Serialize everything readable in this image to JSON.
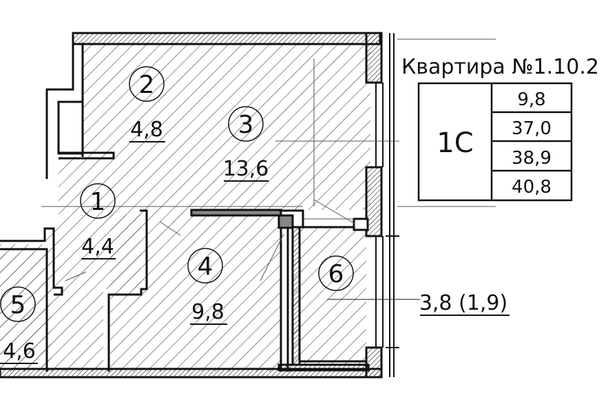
{
  "apartment_title": "Квартира №1.10.2",
  "apartment_type": "1С",
  "summary_values": [
    "9,8",
    "37,0",
    "38,9",
    "40,8"
  ],
  "rooms": [
    {
      "number": "1",
      "area": "4,4"
    },
    {
      "number": "2",
      "area": "4,8"
    },
    {
      "number": "3",
      "area": "13,6"
    },
    {
      "number": "4",
      "area": "9,8"
    },
    {
      "number": "5",
      "area": "4,6"
    },
    {
      "number": "6",
      "area": "3,8 (1,9)"
    }
  ],
  "colors": {
    "line": "#111111",
    "wall_fill": "#6e6e6e",
    "hatch": "#333333"
  }
}
